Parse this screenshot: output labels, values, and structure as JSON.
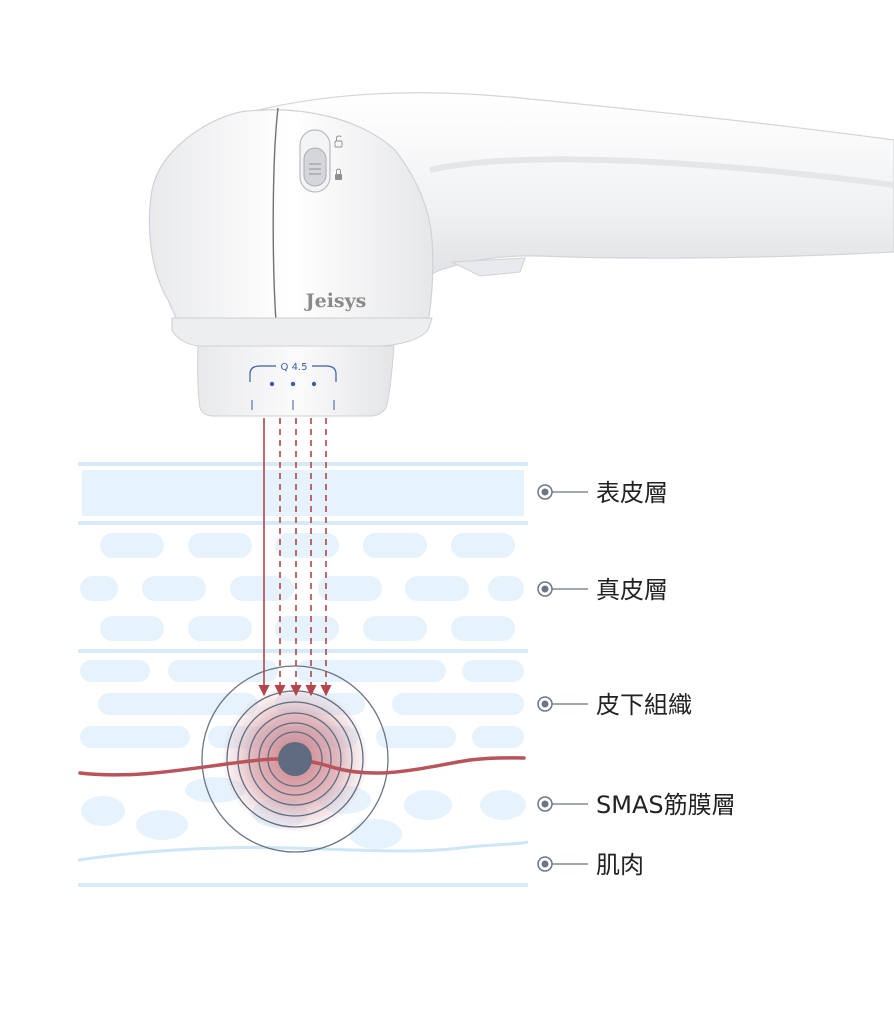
{
  "device": {
    "brand": "Jeisys",
    "cartridge_label": "Q 4.5"
  },
  "layers": [
    {
      "id": "epidermis",
      "label": "表皮層"
    },
    {
      "id": "dermis",
      "label": "真皮層"
    },
    {
      "id": "subcutaneous",
      "label": "皮下組織"
    },
    {
      "id": "smas",
      "label": "SMAS筋膜層"
    },
    {
      "id": "muscle",
      "label": "肌肉"
    }
  ],
  "colors": {
    "tissue_fill": "#e6f3fc",
    "tissue_line": "#cfe6f6",
    "beam": "#b5454b",
    "smas_line": "#b9545a",
    "focal_core": "#5f6b7f",
    "focal_glow": "#d9a3aa",
    "marker": "#6b7585",
    "cartridge_text": "#3a5ea8"
  }
}
